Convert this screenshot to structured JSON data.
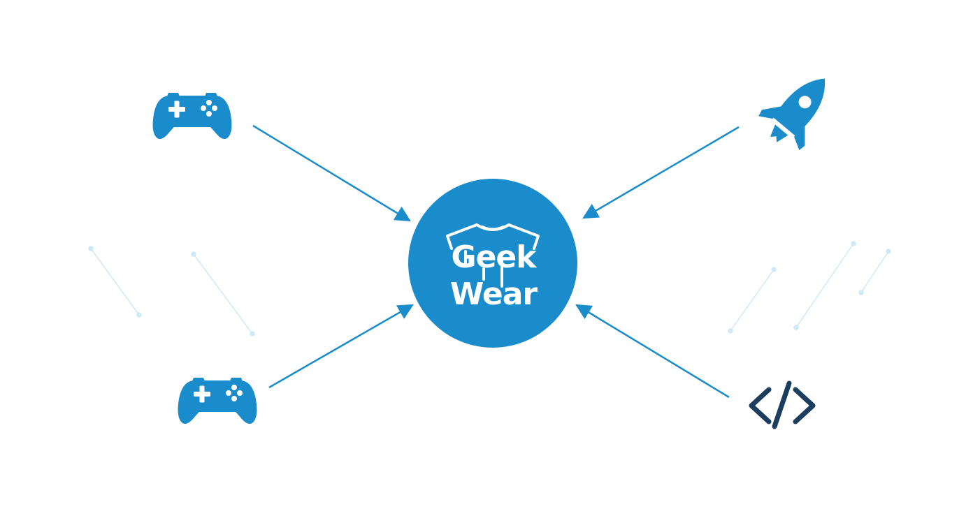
{
  "colors": {
    "primary": "#1a8ccb",
    "code": "#1b3d5e",
    "deco": "#cfe9f6",
    "label": "#ffffff"
  },
  "center": {
    "brand_line1": "Geek",
    "brand_line2": "Wear",
    "icon": "tshirt-icon"
  },
  "nodes": [
    {
      "id": "gamepad-top-left",
      "icon": "gamepad-icon"
    },
    {
      "id": "rocket-top-right",
      "icon": "rocket-icon"
    },
    {
      "id": "gamepad-bottom-left",
      "icon": "gamepad-icon"
    },
    {
      "id": "code-bottom-right",
      "icon": "code-icon"
    }
  ],
  "connections": [
    {
      "from": "gamepad-top-left",
      "to": "center"
    },
    {
      "from": "rocket-top-right",
      "to": "center"
    },
    {
      "from": "gamepad-bottom-left",
      "to": "center"
    },
    {
      "from": "code-bottom-right",
      "to": "center"
    }
  ]
}
